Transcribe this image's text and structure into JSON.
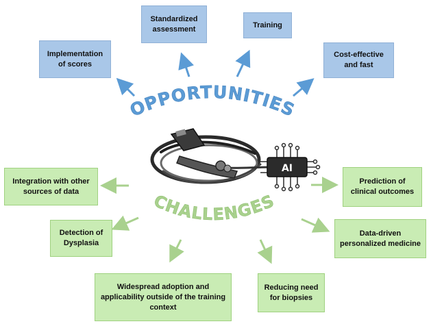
{
  "opportunities": {
    "label": "OPPORTUNITIES",
    "color": "#5b9bd5",
    "items": [
      "Implementation\nof scores",
      "Standardized\nassessment",
      "Training",
      "Cost-effective\nand fast"
    ]
  },
  "challenges": {
    "label": "CHALLENGES",
    "color": "#a9d18e",
    "items": [
      "Integration with other\nsources of data",
      "Detection of\nDysplasia",
      "Widespread adoption and\napplicability outside of the training\ncontext",
      "Reducing need\nfor biopsies",
      "Data-driven\npersonalized medicine",
      "Prediction of\nclinical outcomes"
    ]
  },
  "center": {
    "chip_text": "AI",
    "icon": "endoscope-with-ai-chip-icon"
  }
}
